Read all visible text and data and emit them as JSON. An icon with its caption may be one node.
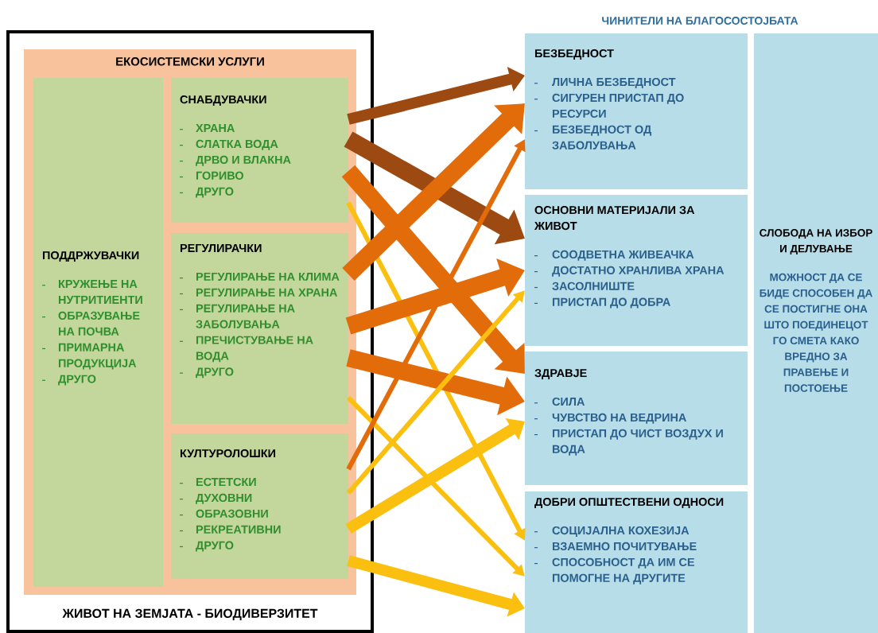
{
  "diagram": {
    "nodes": [
      {
        "text": [
          "ЖИВОТ НА ЗЕМЈАТА - БИОДИВЕРЗИТЕТ"
        ]
      },
      {
        "text": [
          "ЕКОСИСТЕМСКИ УСЛУГИ"
        ],
        "in": 0
      },
      {
        "text": [
          "ПОДДРЖУВАЧКИ",
          "КРУЖЕЊЕ НА НУТРИТИЕНТИ",
          "ОБРАЗУВАЊЕ НА ПОЧВА",
          "ПРИМАРНА ПРОДУКЦИЈА",
          "ДРУГО"
        ],
        "in": 1
      },
      {
        "text": [
          "СНАБДУВАЧКИ",
          "ХРАНА",
          "СЛАТКА ВОДА",
          "ДРВО И ВЛАКНА",
          "ГОРИВО",
          "ДРУГО"
        ],
        "in": 1
      },
      {
        "text": [
          "РЕГУЛИРАЧКИ",
          "РЕГУЛИРАЊЕ НА КЛИМА",
          "РЕГУЛИРАЊЕ НА ХРАНА",
          "РЕГУЛИРАЊЕ НА ЗАБОЛУВАЊА",
          "ПРЕЧИСТУВАЊЕ НА ВОДА",
          "ДРУГО"
        ],
        "in": 1
      },
      {
        "text": [
          "КУЛТУРОЛОШКИ",
          "ЕСТЕТСКИ",
          "ДУХОВНИ",
          "ОБРАЗОВНИ",
          "РЕКРЕАТИВНИ",
          "ДРУГО"
        ],
        "in": 1
      },
      {
        "text": [
          "БЕЗБЕДНОСТ",
          "ЛИЧНА БЕЗБЕДНОСТ",
          "СИГУРЕН ПРИСТАП ДО РЕСУРСИ",
          "БЕЗБЕДНОСТ ОД ЗАБОЛУВАЊА"
        ]
      },
      {
        "text": [
          "ОСНОВНИ МАТЕРИЈАЛИ ЗА ЖИВОТ",
          "СООДВЕТНА ЖИВЕАЧКА",
          "ДОСТАТНО ХРАНЛИВА ХРАНА",
          "ЗАСОЛНИШТЕ",
          "ПРИСТАП ДО ДОБРА"
        ]
      },
      {
        "text": [
          "ЗДРАВЈЕ",
          "СИЛА",
          "ЧУВСТВО НА ВЕДРИНА",
          "ПРИСТАП ДО ЧИСТ ВОЗДУХ И ВОДА"
        ]
      },
      {
        "text": [
          "ДОБРИ ОПШТЕСТВЕНИ ОДНОСИ",
          "СОЦИЈАЛНА КОХЕЗИЈА",
          "ВЗАЕМНО ПОЧИТУВАЊЕ",
          "СПОСОБНОСТ ДА ИМ СЕ ПОМОГНЕ НА ДРУГИТЕ"
        ]
      },
      {
        "text": [
          "СЛОБОДА НА ИЗБОР И ДЕЛУВАЊЕ",
          "МОЖНОСТ ДА СЕ БИДЕ СПОСОБЕН ДА СЕ ПОСТИГНЕ ОНА ШТО ПОЕДИНЕЦОТ ГО СМЕТА КАКО ВРЕДНО ЗА ПРАВЕЊЕ И ПОСТОЕЊЕ"
        ]
      }
    ],
    "edges": [
      {
        "from": 3,
        "to": 6,
        "arrow": "to",
        "color": "#9c4a12"
      },
      {
        "from": 3,
        "to": 7,
        "arrow": "to",
        "color": "#9c4a12"
      },
      {
        "from": 3,
        "to": 8,
        "arrow": "to",
        "color": "#e36c0a"
      },
      {
        "from": 3,
        "to": 9,
        "arrow": "to",
        "color": "#fbbf10"
      },
      {
        "from": 4,
        "to": 6,
        "arrow": "to",
        "color": "#e36c0a"
      },
      {
        "from": 4,
        "to": 7,
        "arrow": "to",
        "color": "#e36c0a"
      },
      {
        "from": 4,
        "to": 8,
        "arrow": "to",
        "color": "#e36c0a"
      },
      {
        "from": 4,
        "to": 9,
        "arrow": "to",
        "color": "#fbbf10"
      },
      {
        "from": 5,
        "to": 6,
        "arrow": "to",
        "color": "#e36c0a"
      },
      {
        "from": 5,
        "to": 7,
        "arrow": "to",
        "color": "#fbbf10"
      },
      {
        "from": 5,
        "to": 8,
        "arrow": "to",
        "color": "#fbbf10"
      },
      {
        "from": 5,
        "to": 9,
        "arrow": "to",
        "color": "#fbbf10"
      }
    ],
    "labels": [
      "ЧИНИТЕЛИ НА БЛАГОСОСТОЈБАТА"
    ]
  }
}
